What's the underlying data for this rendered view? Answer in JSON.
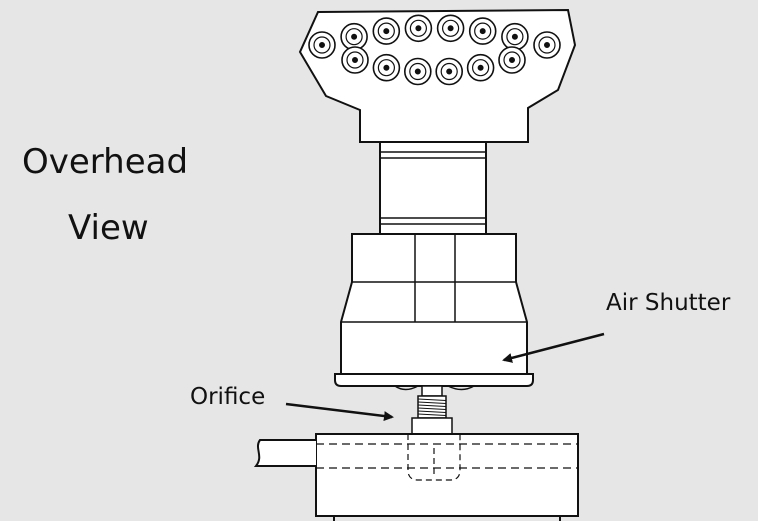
{
  "title": {
    "line1": "Overhead",
    "line2": "View"
  },
  "labels": {
    "air_shutter": "Air Shutter",
    "orifice": "Orifice"
  },
  "colors": {
    "background": "#e6e6e6",
    "stroke": "#111111",
    "fill": "#ffffff"
  },
  "burner_head": {
    "port_rows": [
      8,
      6
    ]
  }
}
